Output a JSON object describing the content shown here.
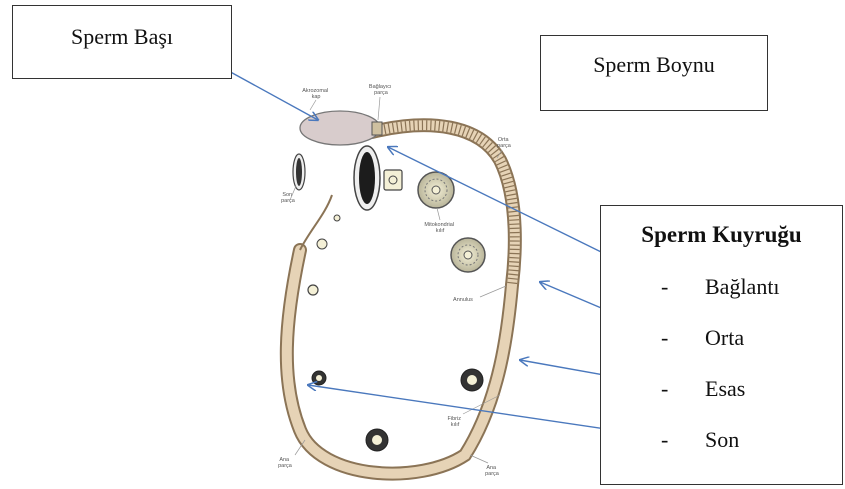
{
  "boxes": {
    "head": "Sperm Başı",
    "neck": "Sperm Boynu",
    "tail": {
      "title": "Sperm Kuyruğu",
      "dash": "-",
      "items": [
        "Bağlantı",
        "Orta",
        "Esas",
        "Son"
      ]
    }
  },
  "figure_labels": {
    "acrosome": [
      "Akrozomal",
      "kap"
    ],
    "connecting": [
      "Bağlayıcı",
      "parça"
    ],
    "middle": [
      "Orta",
      "parça"
    ],
    "end": [
      "Son",
      "parça"
    ],
    "mito": [
      "Mitokondrial",
      "kılıf"
    ],
    "annulus": [
      "Annulus"
    ],
    "fibrous": [
      "Fibriz",
      "kılıf"
    ],
    "main_left": [
      "Ana",
      "parça"
    ],
    "main_right": [
      "Ana",
      "parça"
    ]
  },
  "colors": {
    "arrow": "#4a78bd",
    "tail_fill": "#e6d3b6",
    "tail_stroke": "#8b7456",
    "head_fill": "#d8cccc"
  }
}
